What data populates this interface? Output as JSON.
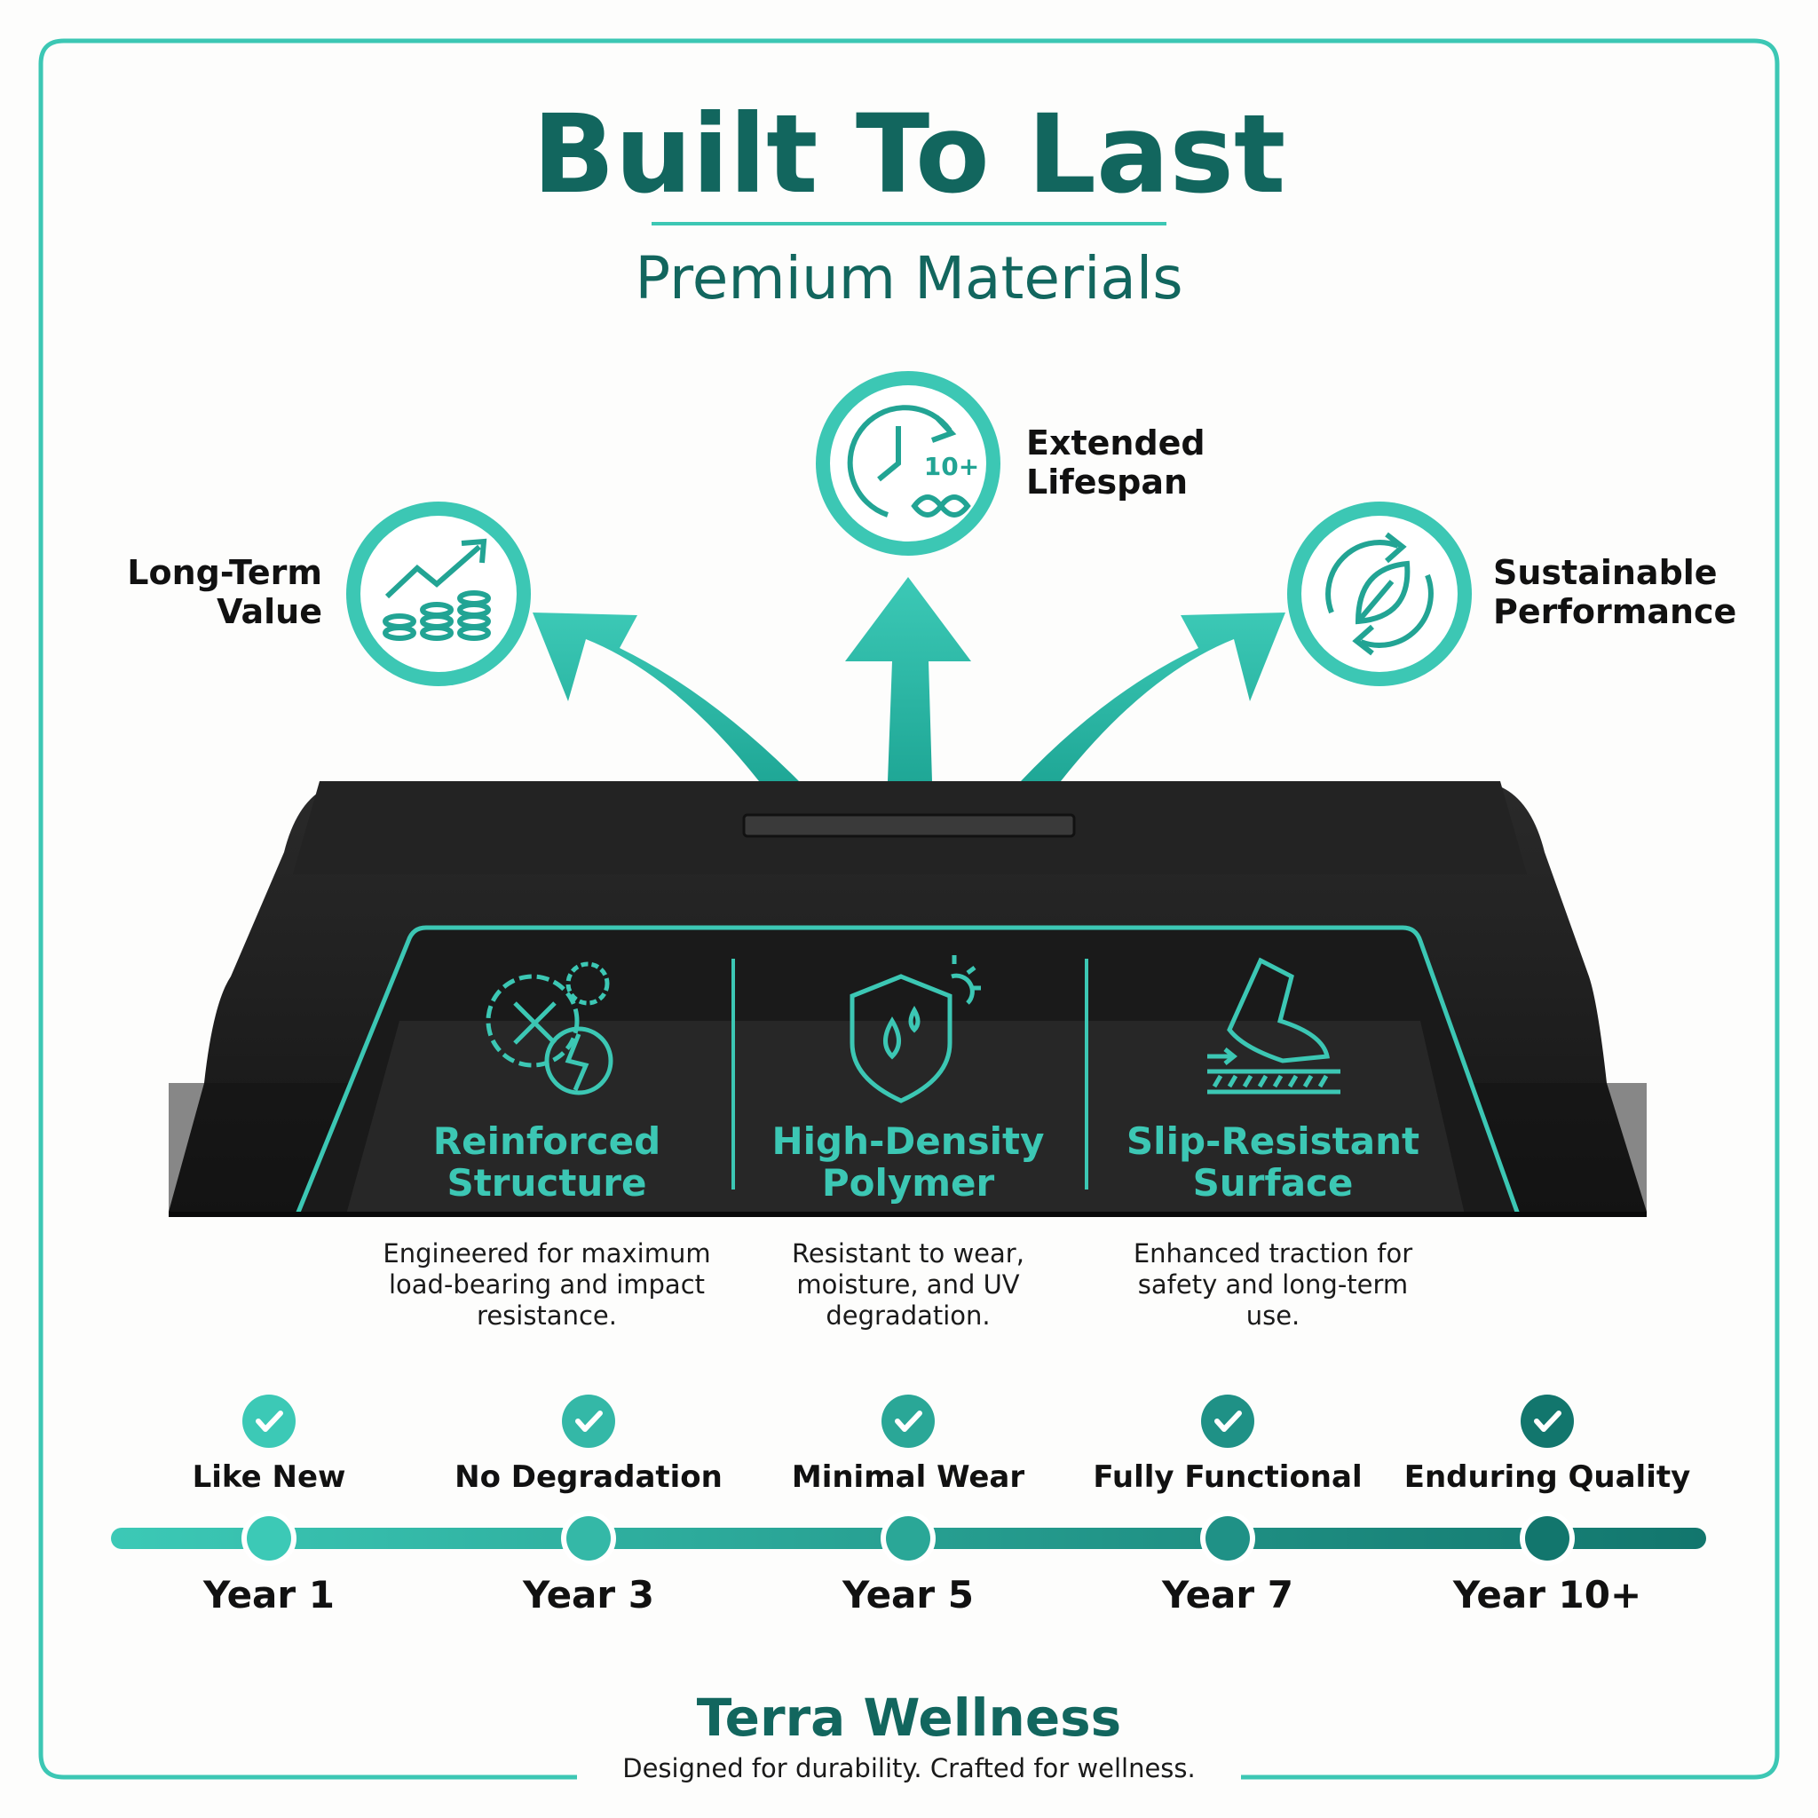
{
  "header": {
    "title": "Built To Last",
    "subtitle": "Premium Materials"
  },
  "benefits": [
    {
      "line1": "Long-Term",
      "line2": "Value",
      "icon": "growth-coins-icon"
    },
    {
      "line1": "Extended",
      "line2": "Lifespan",
      "icon": "clock-infinity-icon",
      "badge": "10+"
    },
    {
      "line1": "Sustainable",
      "line2": "Performance",
      "icon": "recycle-leaf-icon"
    }
  ],
  "features": [
    {
      "line1": "Reinforced",
      "line2": "Structure",
      "desc": [
        "Engineered for maximum",
        "load-bearing and impact",
        "resistance."
      ],
      "icon": "gears-crack-icon"
    },
    {
      "line1": "High-Density",
      "line2": "Polymer",
      "desc": [
        "Resistant to wear,",
        "moisture, and UV",
        "degradation."
      ],
      "icon": "shield-drop-sun-icon"
    },
    {
      "line1": "Slip-Resistant",
      "line2": "Surface",
      "desc": [
        "Enhanced traction for",
        "safety and long-term",
        "use."
      ],
      "icon": "boot-traction-icon"
    }
  ],
  "timeline": [
    {
      "status": "Like New",
      "year": "Year 1",
      "color": "#3cc9b6"
    },
    {
      "status": "No Degradation",
      "year": "Year 3",
      "color": "#34b8a7"
    },
    {
      "status": "Minimal Wear",
      "year": "Year 5",
      "color": "#2aa797"
    },
    {
      "status": "Fully Functional",
      "year": "Year 7",
      "color": "#1f9186"
    },
    {
      "status": "Enduring Quality",
      "year": "Year 10+",
      "color": "#12766d"
    }
  ],
  "footer": {
    "brand": "Terra Wellness",
    "tagline": "Designed for durability. Crafted for wellness."
  },
  "colors": {
    "teal": "#3cc7b4",
    "dark_teal": "#12665e",
    "product": "#1c1c1c"
  }
}
